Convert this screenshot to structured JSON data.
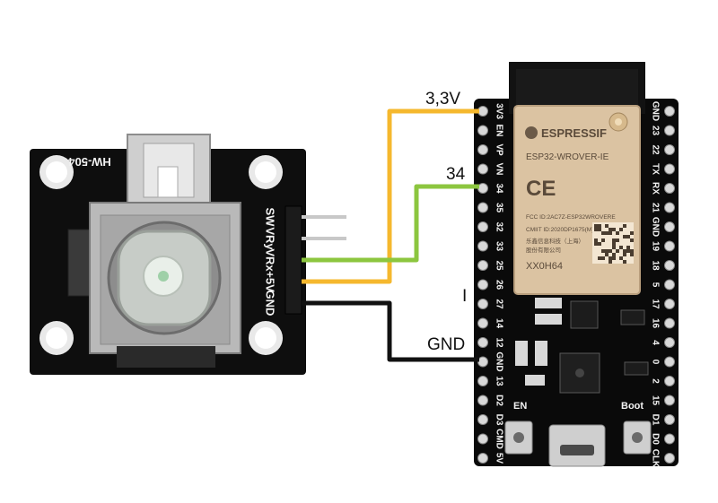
{
  "wire_labels": {
    "v33": "3,3V",
    "pin34": "34",
    "gnd": "GND",
    "marker": "I"
  },
  "joystick": {
    "model": "HW-504",
    "pins": [
      "SW",
      "VRy",
      "VRx",
      "+5V",
      "GND"
    ]
  },
  "esp32": {
    "brand": "ESPRESSIF",
    "module": "ESP32-WROVER-IE",
    "ce_mark": "CE",
    "fcc": "FCC ID:2AC7Z-ESP32WROVERE",
    "cmiit": "CMIIT ID:2020DP1675(M)",
    "maker": "乐鑫信息科技（上海）",
    "maker2": "股份有限公司",
    "code": "XX0H64",
    "left_pins": [
      "3V3",
      "EN",
      "VP",
      "VN",
      "34",
      "35",
      "32",
      "33",
      "25",
      "26",
      "27",
      "14",
      "12",
      "GND",
      "13",
      "D2",
      "D3",
      "CMD",
      "5V"
    ],
    "right_pins": [
      "GND",
      "23",
      "22",
      "TX",
      "RX",
      "21",
      "GND",
      "19",
      "18",
      "5",
      "17",
      "16",
      "4",
      "0",
      "2",
      "15",
      "D1",
      "D0",
      "CLK"
    ],
    "en_label": "EN",
    "boot_label": "Boot"
  },
  "colors": {
    "wire_33v": "#f5b82e",
    "wire_34": "#8cc63f",
    "wire_gnd": "#111111",
    "pcb": "#0d0d0d",
    "module": "#dbc3a2"
  }
}
